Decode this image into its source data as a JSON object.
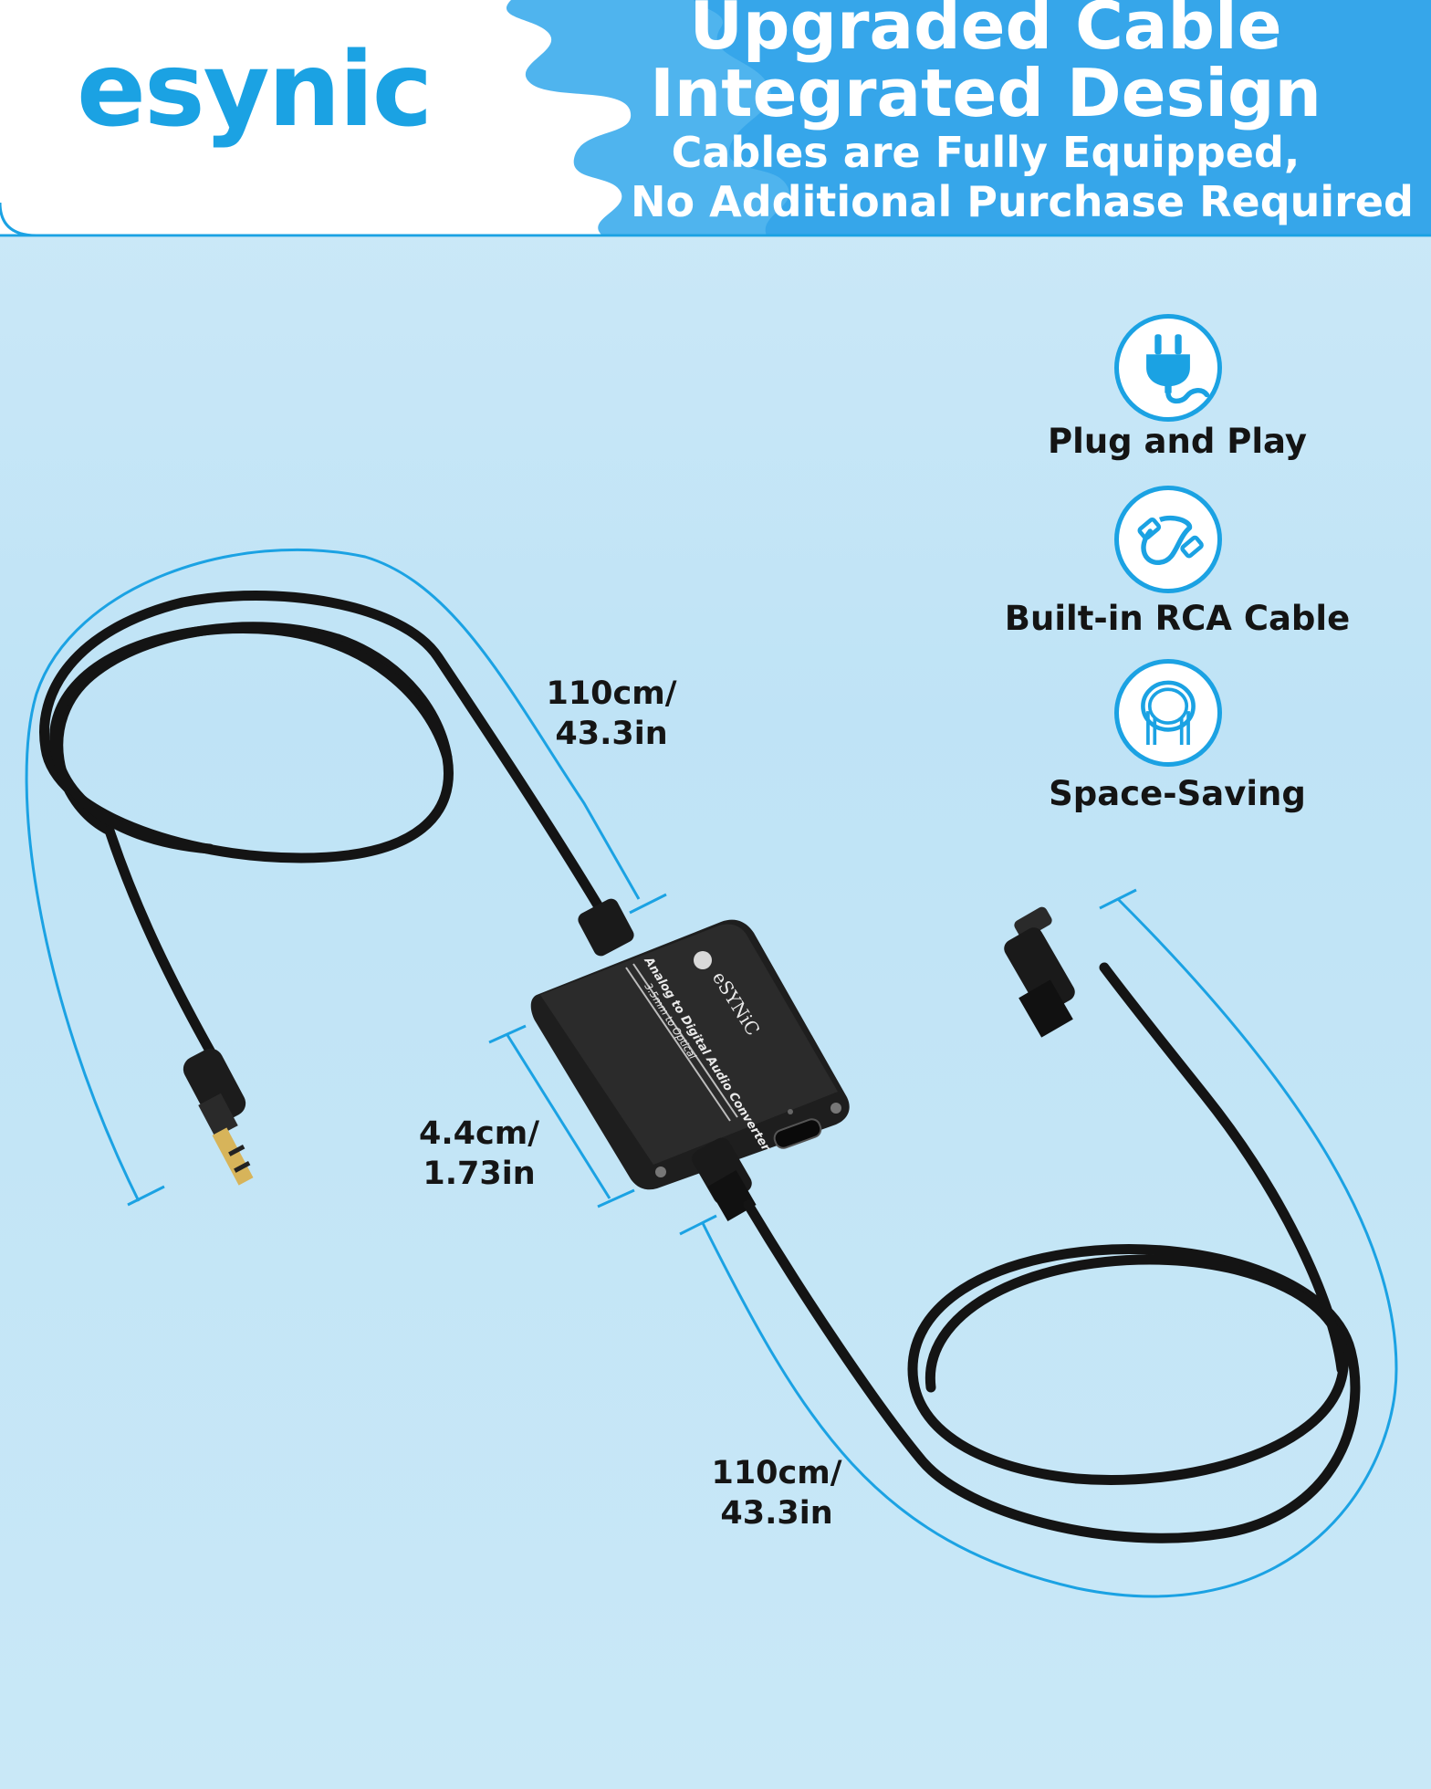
{
  "brand": {
    "logo_text": "esynic"
  },
  "header": {
    "title_line1": "Upgraded Cable",
    "title_line2": "Integrated Design",
    "subtitle_line1": "Cables are Fully Equipped,",
    "subtitle_line2": "No Additional Purchase Required"
  },
  "features": [
    {
      "icon": "plug-icon",
      "label": "Plug and Play"
    },
    {
      "icon": "cable-icon",
      "label": "Built-in RCA Cable"
    },
    {
      "icon": "coil-icon",
      "label": "Space-Saving"
    }
  ],
  "dimensions": {
    "top_cable": {
      "line1": "110cm/",
      "line2": "43.3in"
    },
    "device": {
      "line1": "4.4cm/",
      "line2": "1.73in"
    },
    "bottom_cable": {
      "line1": "110cm/",
      "line2": "43.3in"
    }
  },
  "device": {
    "brand_text": "eSYNiC",
    "label_line1": "Analog to Digital Audio Converter",
    "label_line2": "3.5mm to Optical"
  },
  "colors": {
    "brand_blue": "#1ba2e3",
    "background": "#c6e6f7",
    "cable": "#151515"
  }
}
